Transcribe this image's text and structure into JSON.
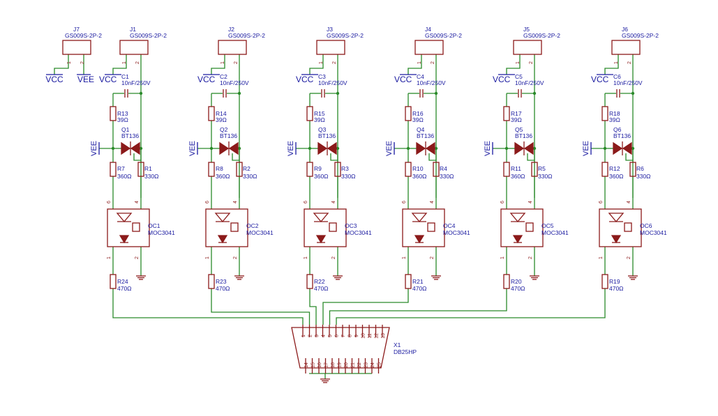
{
  "supply": {
    "vcc": "VCC",
    "vee": "VEE"
  },
  "j7": {
    "ref": "J7",
    "value": "GS009S-2P-2",
    "pins": [
      "1",
      "2"
    ]
  },
  "channels": [
    {
      "conn": "J1",
      "conn_value": "GS009S-2P-2",
      "cap": "C1",
      "cap_value": "10nF/250V",
      "rs": "R13",
      "rs_value": "39Ω",
      "triac": "Q1",
      "triac_value": "BT136",
      "rg": "R7",
      "rg_value": "360Ω",
      "rb": "R1",
      "rb_value": "330Ω",
      "oc": "OC1",
      "oc_value": "MOC3041",
      "rin": "R24",
      "rin_value": "470Ω"
    },
    {
      "conn": "J2",
      "conn_value": "GS009S-2P-2",
      "cap": "C2",
      "cap_value": "10nF/250V",
      "rs": "R14",
      "rs_value": "39Ω",
      "triac": "Q2",
      "triac_value": "BT136",
      "rg": "R8",
      "rg_value": "360Ω",
      "rb": "R2",
      "rb_value": "330Ω",
      "oc": "OC2",
      "oc_value": "MOC3041",
      "rin": "R23",
      "rin_value": "470Ω"
    },
    {
      "conn": "J3",
      "conn_value": "GS009S-2P-2",
      "cap": "C3",
      "cap_value": "10nF/250V",
      "rs": "R15",
      "rs_value": "39Ω",
      "triac": "Q3",
      "triac_value": "BT136",
      "rg": "R9",
      "rg_value": "360Ω",
      "rb": "R3",
      "rb_value": "330Ω",
      "oc": "OC3",
      "oc_value": "MOC3041",
      "rin": "R22",
      "rin_value": "470Ω"
    },
    {
      "conn": "J4",
      "conn_value": "GS009S-2P-2",
      "cap": "C4",
      "cap_value": "10nF/250V",
      "rs": "R16",
      "rs_value": "39Ω",
      "triac": "Q4",
      "triac_value": "BT136",
      "rg": "R10",
      "rg_value": "360Ω",
      "rb": "R4",
      "rb_value": "330Ω",
      "oc": "OC4",
      "oc_value": "MOC3041",
      "rin": "R21",
      "rin_value": "470Ω"
    },
    {
      "conn": "J5",
      "conn_value": "GS009S-2P-2",
      "cap": "C5",
      "cap_value": "10nF/250V",
      "rs": "R17",
      "rs_value": "39Ω",
      "triac": "Q5",
      "triac_value": "BT136",
      "rg": "R11",
      "rg_value": "360Ω",
      "rb": "R5",
      "rb_value": "330Ω",
      "oc": "OC5",
      "oc_value": "MOC3041",
      "rin": "R20",
      "rin_value": "470Ω"
    },
    {
      "conn": "J6",
      "conn_value": "GS009S-2P-2",
      "cap": "C6",
      "cap_value": "10nF/250V",
      "rs": "R18",
      "rs_value": "39Ω",
      "triac": "Q6",
      "triac_value": "BT136",
      "rg": "R12",
      "rg_value": "360Ω",
      "rb": "R6",
      "rb_value": "330Ω",
      "oc": "OC6",
      "oc_value": "MOC3041",
      "rin": "R19",
      "rin_value": "470Ω"
    }
  ],
  "pin_numbers": {
    "conn": [
      "1",
      "2"
    ],
    "oc": [
      "6",
      "4",
      "1",
      "2"
    ]
  },
  "db25": {
    "ref": "X1",
    "value": "DB25HP",
    "top_pins": [
      "1",
      "2",
      "3",
      "4",
      "5",
      "6",
      "7",
      "8",
      "9",
      "10",
      "11",
      "12",
      "13"
    ],
    "bottom_pins": [
      "14",
      "15",
      "16",
      "17",
      "18",
      "19",
      "20",
      "21",
      "22",
      "23",
      "24",
      "25"
    ]
  },
  "colors": {
    "body": "#8b1a1a",
    "wire": "#2a8a2a",
    "text": "#1a1aa0"
  }
}
